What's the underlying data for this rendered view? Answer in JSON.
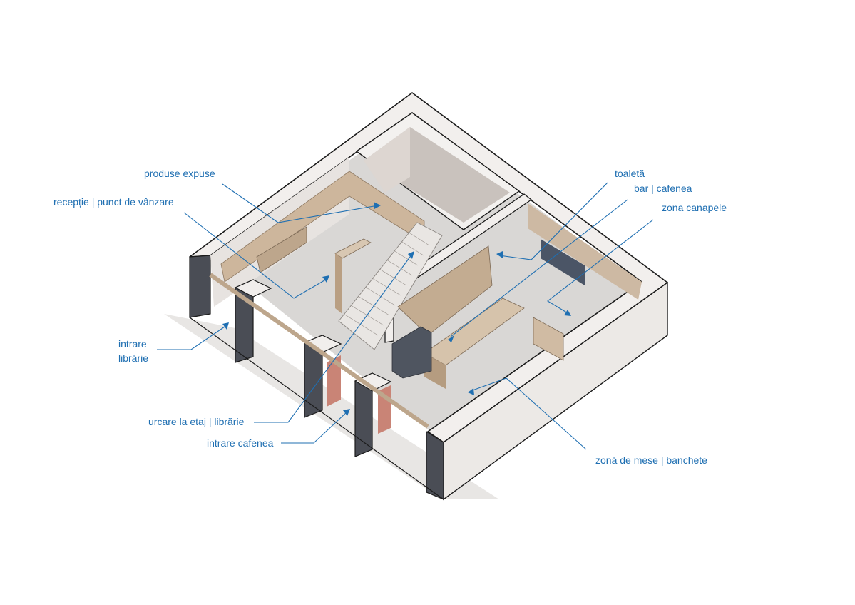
{
  "colors": {
    "annotation": "#1f6fb2",
    "wall_top": "#f1eeec",
    "wall_side": "#e6e2df",
    "floor": "#d8d6d4",
    "wood": "#c9b69e",
    "dark_panel": "#4a4d55",
    "door_accent": "#c97f72",
    "shadow": "#e3e1df"
  },
  "labels": {
    "produse_expuse": "produse expuse",
    "receptie": "recepție | punct de vânzare",
    "intrare_librarie_1": "intrare",
    "intrare_librarie_2": "librărie",
    "urcare_etaj": "urcare la etaj | librărie",
    "intrare_cafenea": "intrare cafenea",
    "toaleta": "toaletă",
    "bar_cafenea": "bar | cafenea",
    "zona_canapele": "zona canapele",
    "zona_mese": "zonă de mese | banchete"
  }
}
